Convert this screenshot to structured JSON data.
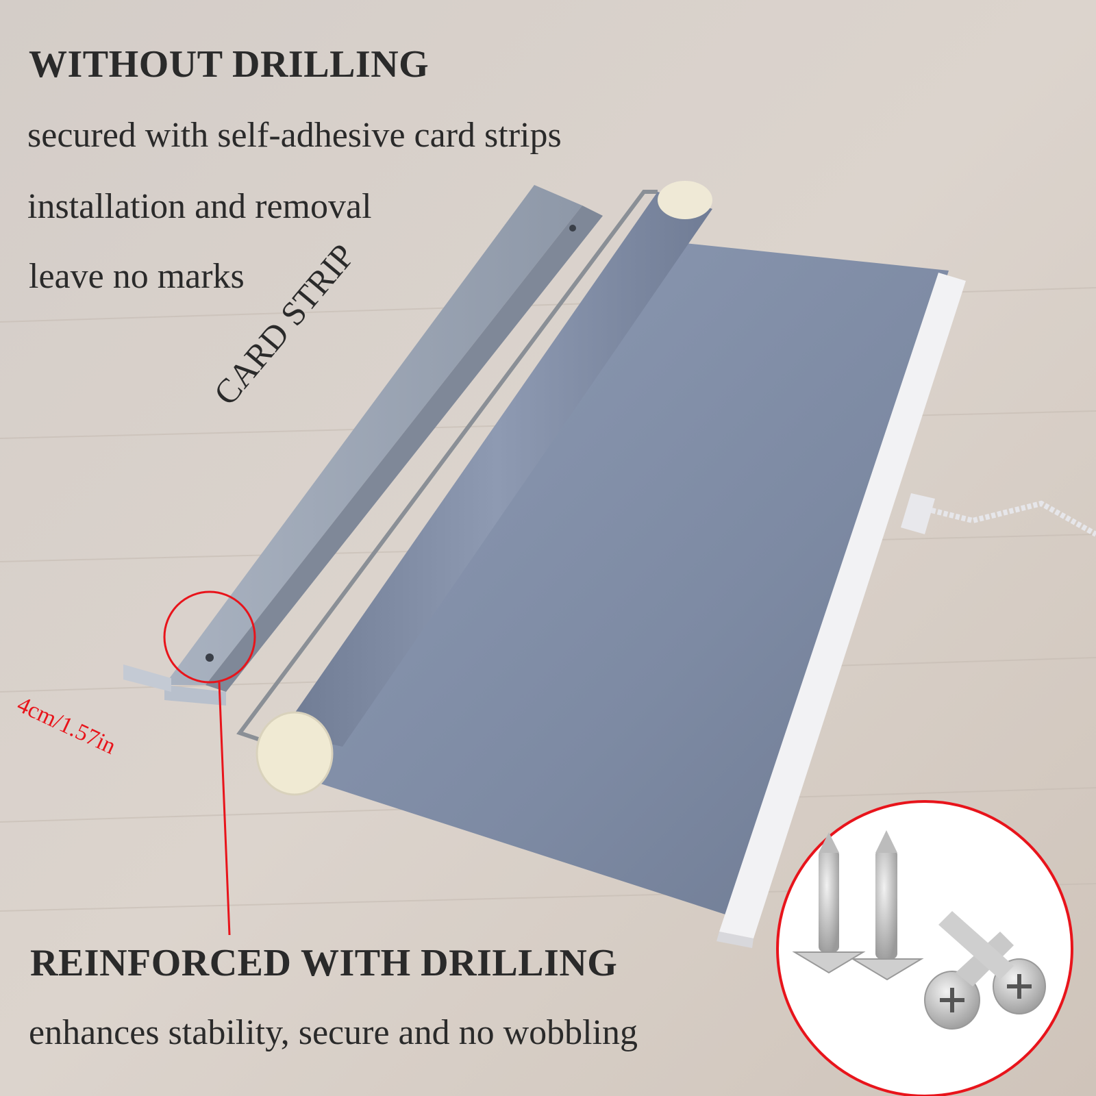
{
  "headline_top": "WITHOUT DRILLING",
  "line_1": "secured with self-adhesive card strips",
  "line_2": "installation and removal",
  "line_3": "leave no marks",
  "card_label": "CARD STRIP",
  "dimension": "4cm/1.57in",
  "headline_bottom": "REINFORCED WITH DRILLING",
  "line_4": "enhances stability, secure and no wobbling",
  "accent_color": "#e8141b"
}
